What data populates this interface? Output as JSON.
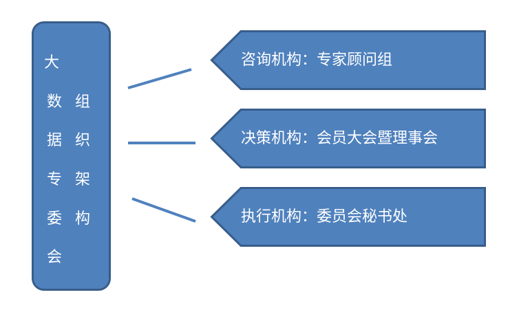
{
  "title_box": {
    "chars": [
      "大",
      "数",
      "组",
      "据",
      "织",
      "专",
      "架",
      "委",
      "构",
      "会"
    ]
  },
  "branches": [
    {
      "label": "咨询机构：专家顾问组"
    },
    {
      "label": "决策机构：会员大会暨理事会"
    },
    {
      "label": "执行机构：委员会秘书处"
    }
  ],
  "colors": {
    "fill": "#4f81bd",
    "border": "#385d8a",
    "text": "#ffffff"
  }
}
